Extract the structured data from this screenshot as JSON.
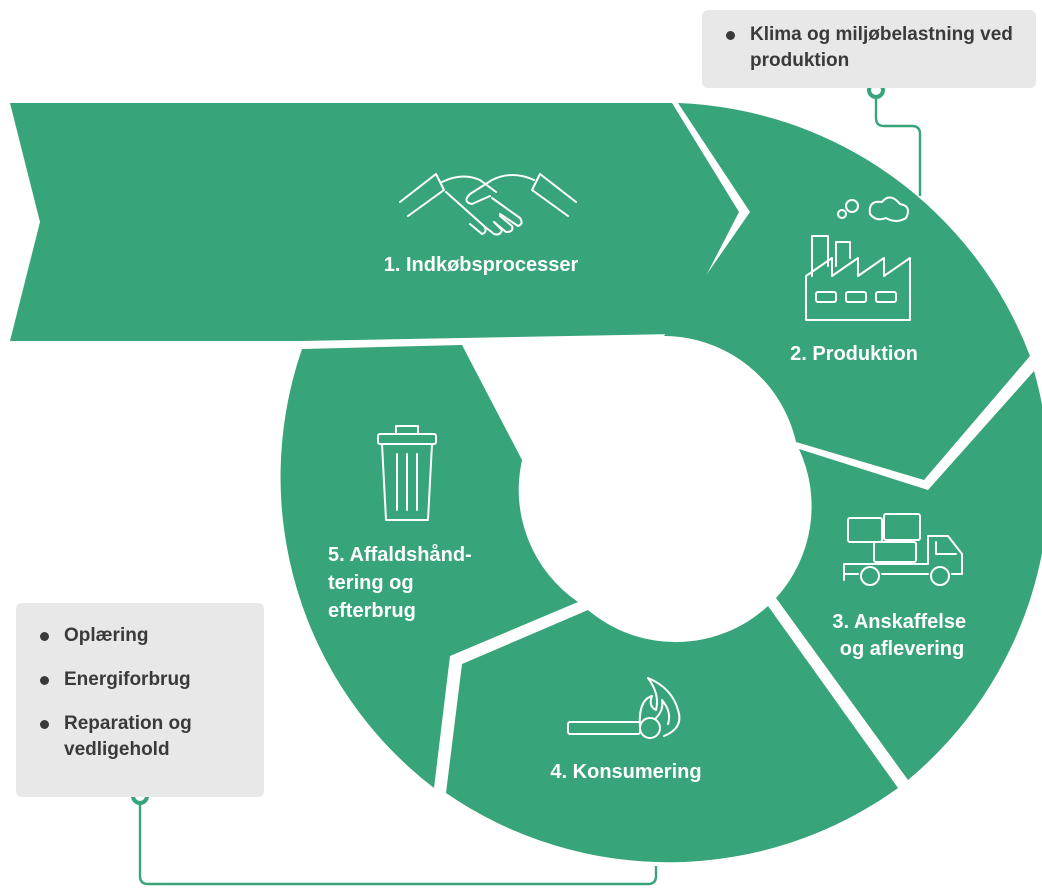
{
  "stages": [
    {
      "label_lines": [
        "1. Indkøbsprocesser"
      ],
      "icon": "handshake-icon"
    },
    {
      "label_lines": [
        "2. Produktion"
      ],
      "icon": "factory-icon"
    },
    {
      "label_lines": [
        "3. Anskaffelse",
        "og aflevering"
      ],
      "icon": "delivery-truck-icon"
    },
    {
      "label_lines": [
        "4. Konsumering"
      ],
      "icon": "burning-match-icon"
    },
    {
      "label_lines": [
        "5. Affaldshånd-",
        "tering og",
        "efterbrug"
      ],
      "icon": "trash-can-icon"
    }
  ],
  "notes": {
    "top": {
      "items": [
        "Klima og miljøbelastning ved produktion"
      ]
    },
    "left": {
      "items": [
        "Oplæring",
        "Energiforbrug",
        "Reparation og vedligehold"
      ]
    }
  },
  "colors": {
    "segment": "#37a579",
    "note_bg": "#e8e8e8",
    "text_dark": "#3a3a3a"
  }
}
